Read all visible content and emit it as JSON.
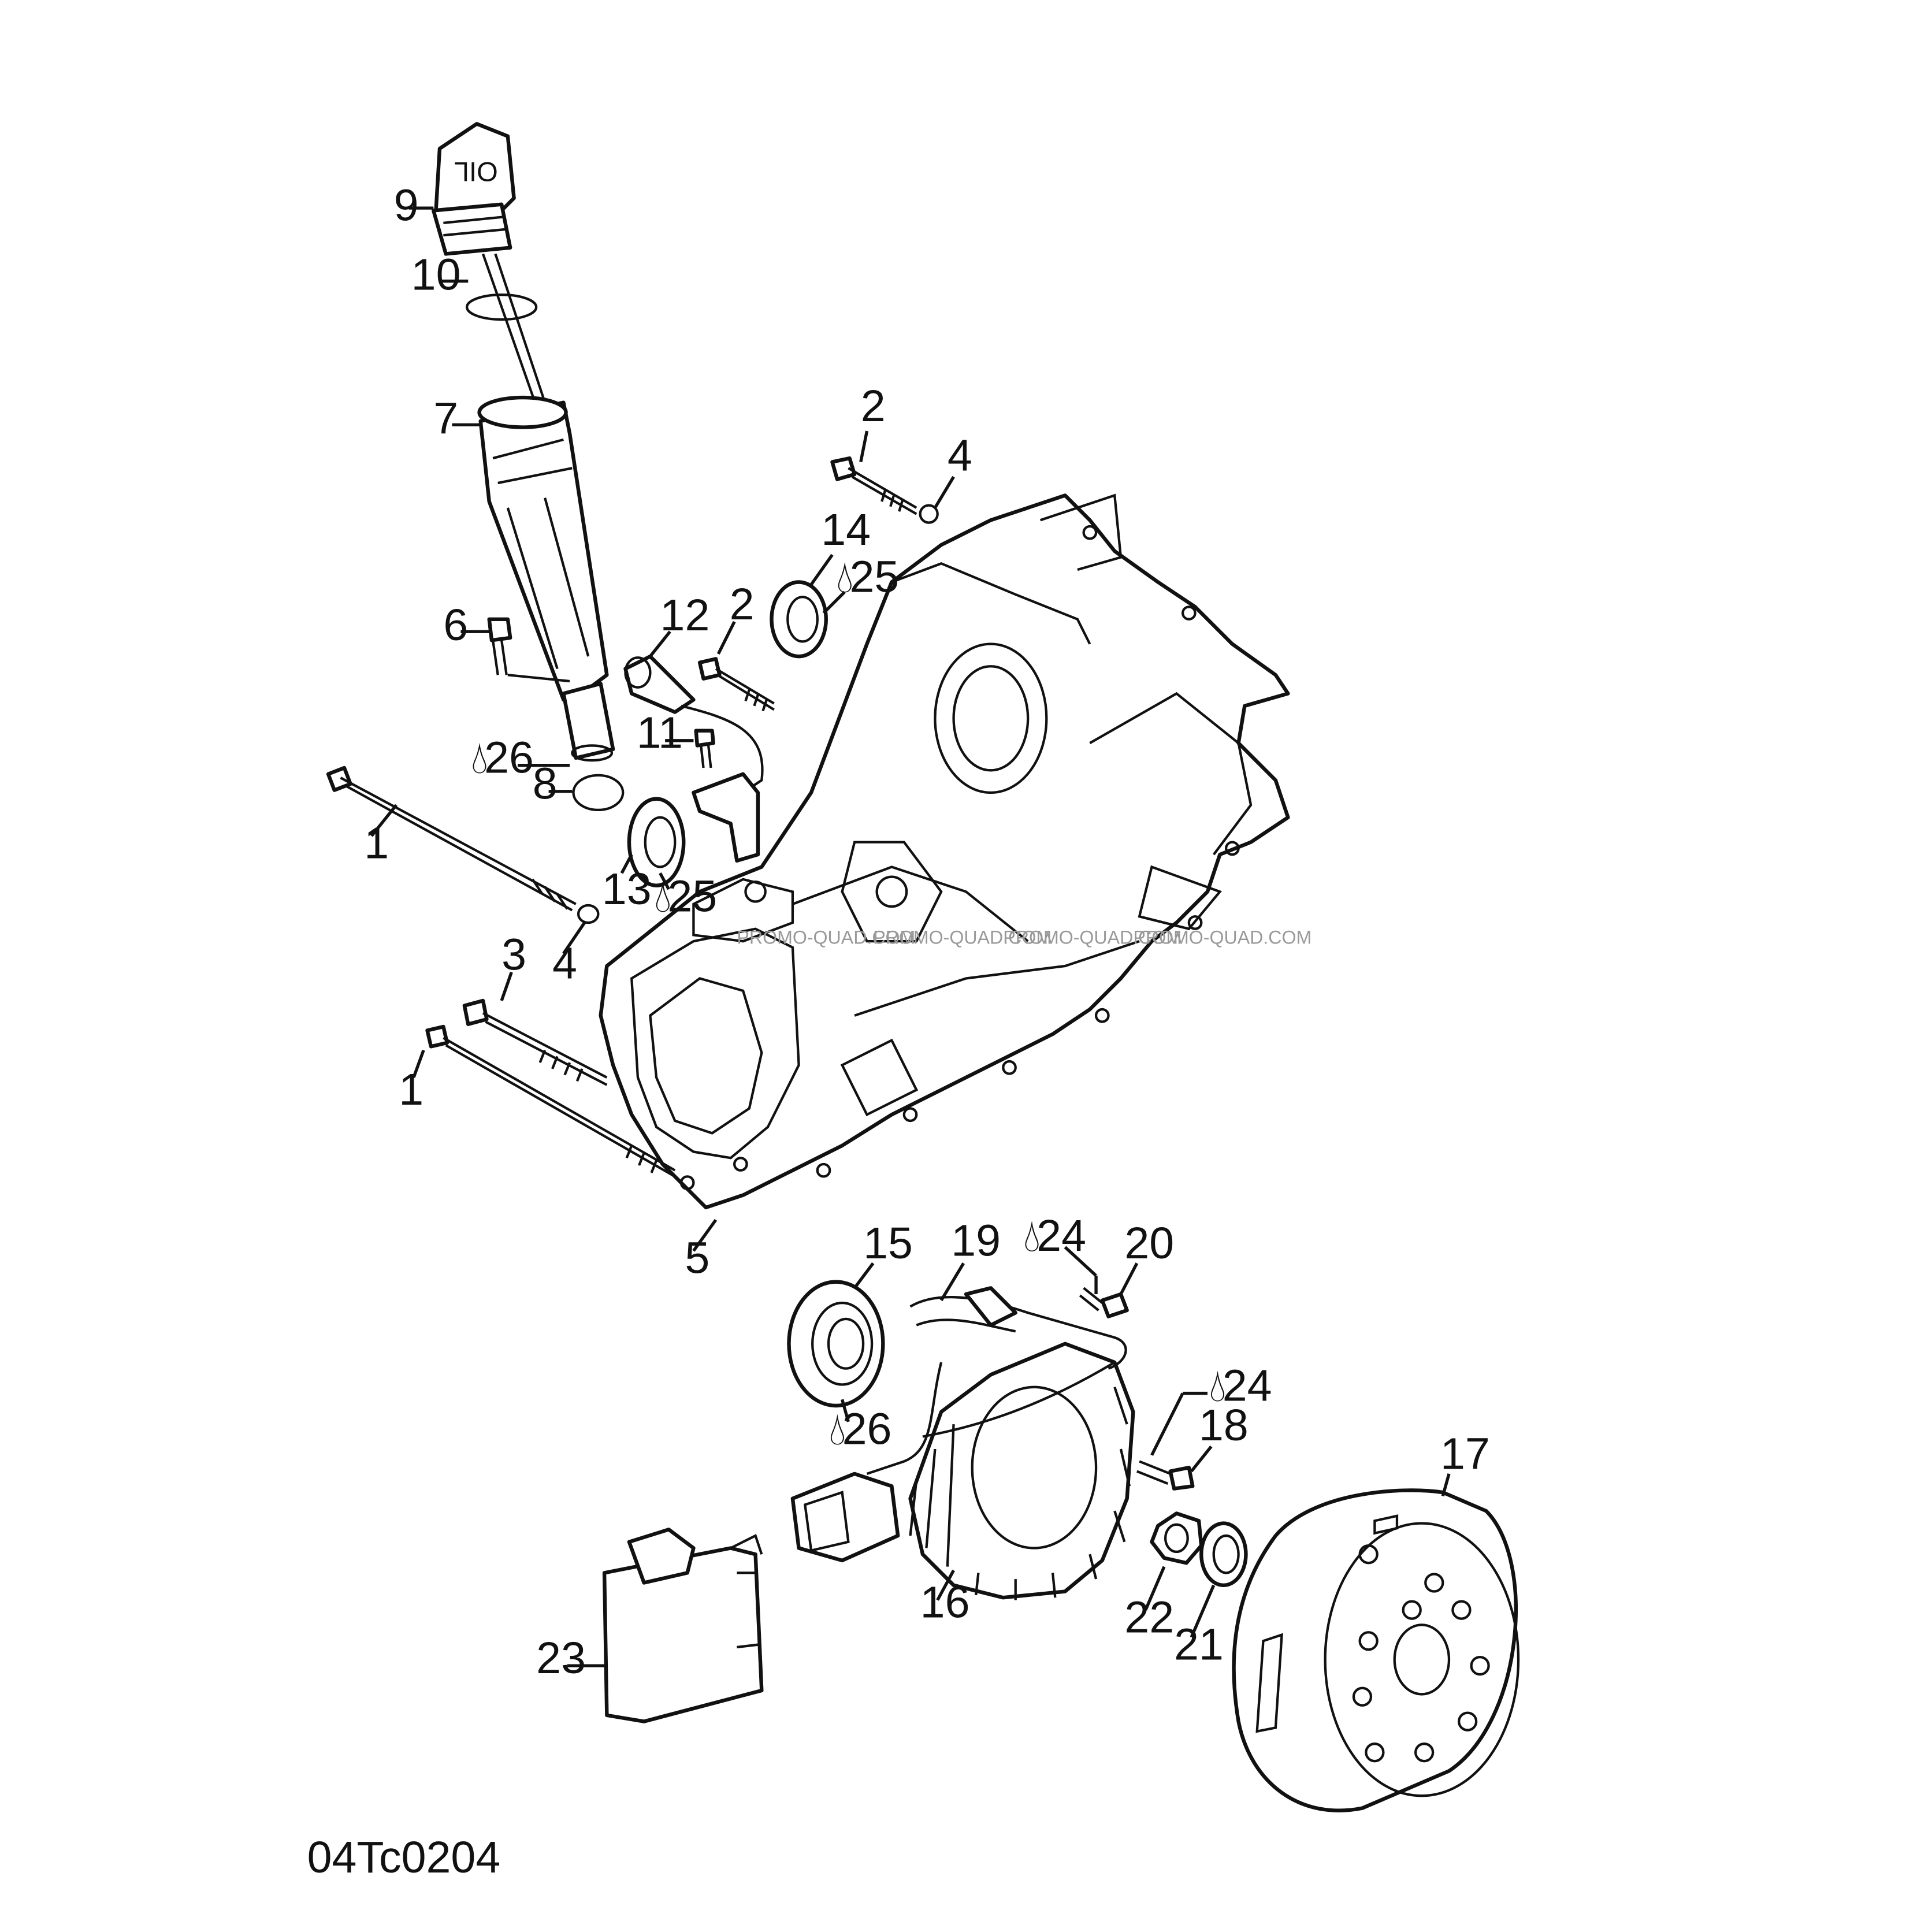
{
  "figure_code": "04Tc0204",
  "watermark": "PROMO-QUAD.COM",
  "colors": {
    "ink": "#111111",
    "paper": "#ffffff"
  },
  "callouts": {
    "c1a": "1",
    "c1b": "1",
    "c2a": "2",
    "c2b": "2",
    "c3": "3",
    "c4a": "4",
    "c4b": "4",
    "c5": "5",
    "c6": "6",
    "c7": "7",
    "c8": "8",
    "c9": "9",
    "c10": "10",
    "c11": "11",
    "c12": "12",
    "c13": "13",
    "c14": "14",
    "c15": "15",
    "c16": "16",
    "c17": "17",
    "c18": "18",
    "c19": "19",
    "c20": "20",
    "c21": "21",
    "c22": "22",
    "c23": "23",
    "c24a": "24",
    "c24b": "24",
    "c25a": "25",
    "c25b": "25",
    "c26a": "26",
    "c26b": "26"
  },
  "oil_cap_text": "OIL"
}
